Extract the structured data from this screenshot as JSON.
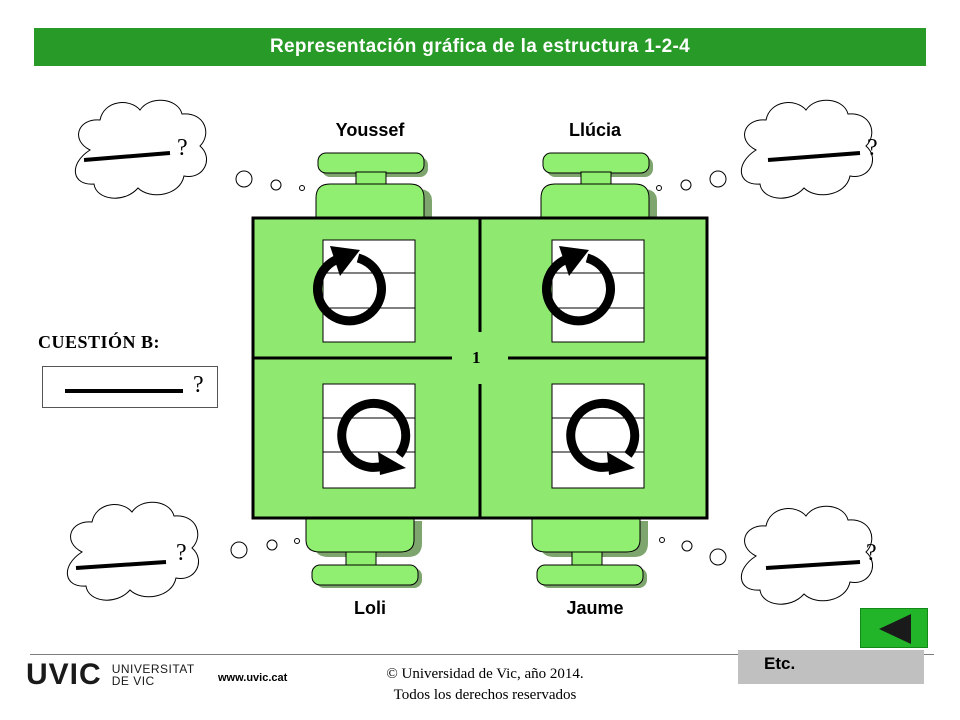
{
  "title": "Representación gráfica de la estructura  1-2-4",
  "participants": {
    "top_left": "Youssef",
    "top_right": "Llúcia",
    "bottom_left": "Loli",
    "bottom_right": "Jaume"
  },
  "thought_question_mark": "?",
  "table_center_number": "1",
  "question": {
    "label": "CUESTIÓN  B:",
    "answer_placeholder": "?"
  },
  "footer": {
    "logo_text_1": "UNIVERSITAT",
    "logo_text_2": "DE VIC",
    "logo_mark": "UVIC",
    "url": "www.uvic.cat",
    "copyright_line1": "© Universidad de Vic, año 2014.",
    "copyright_line2": "Todos los derechos reservados",
    "etc_label": "Etc."
  },
  "colors": {
    "accent_green": "#279a27",
    "table_green": "#8fe86f",
    "chair_green": "#90ee70",
    "button_green": "#22b52a"
  },
  "icons": {
    "rotation_top": "rotate-clockwise-icon",
    "rotation_bottom": "rotate-counterclockwise-icon",
    "nav_back": "triangle-left-icon"
  }
}
